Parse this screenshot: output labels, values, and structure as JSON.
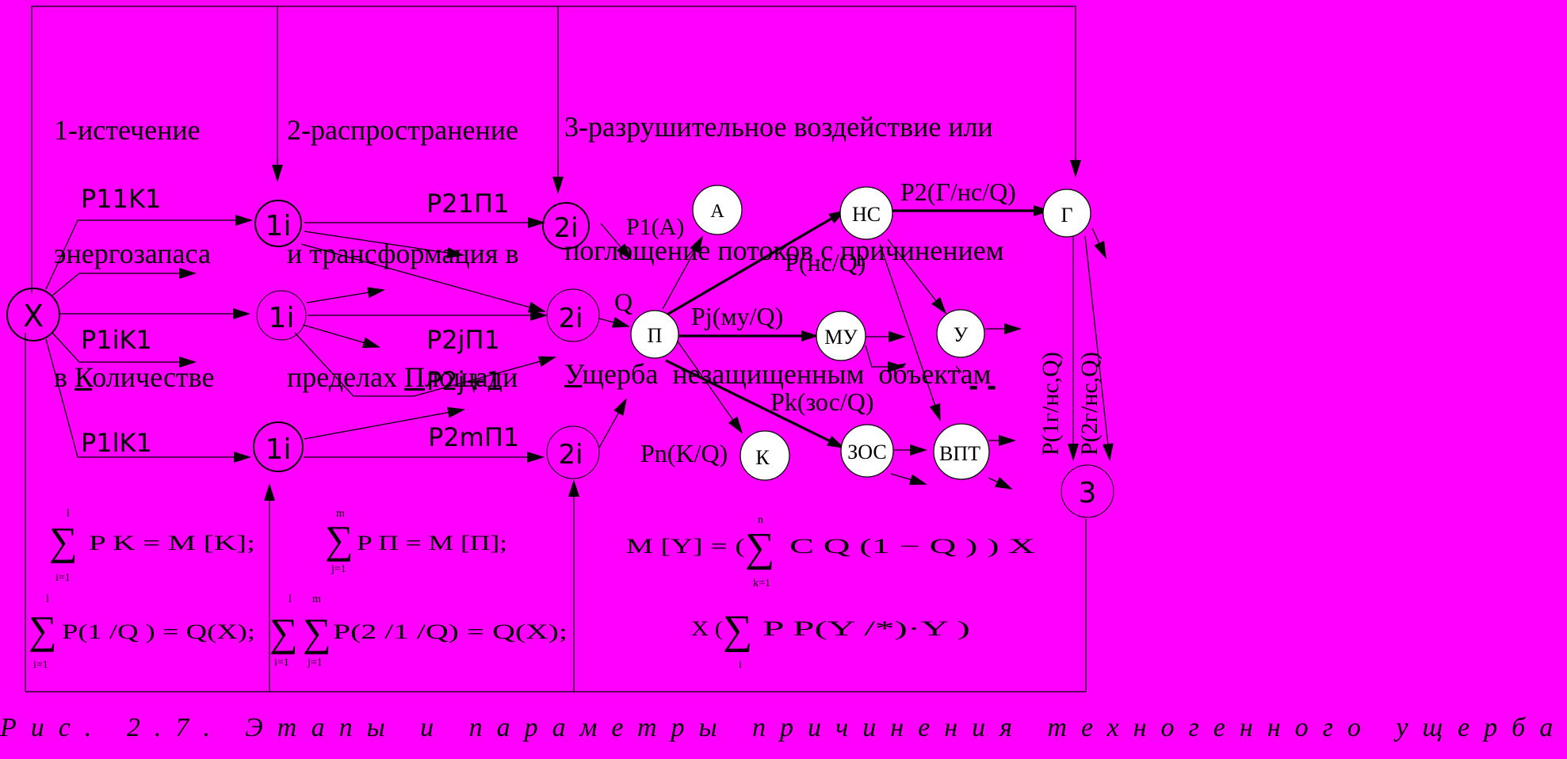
{
  "headers": {
    "stage1": [
      "1-истечение",
      "энергозапаса"
    ],
    "stage1_last_prefix": "в ",
    "stage1_last_u": "К",
    "stage1_last_rest": "оличестве",
    "stage2": [
      "2-распространение",
      "и трансформация в"
    ],
    "stage2_last_prefix": "пределах ",
    "stage2_last_u": "П",
    "stage2_last_rest": "лощади",
    "stage3": [
      "3-разрушительное воздействие или",
      "поглощение потоков с причинением"
    ],
    "stage3_last_u": "У",
    "stage3_last_rest": "щерба  незащищенным  объектам"
  },
  "nodes": {
    "x": "X",
    "n1a": "1i",
    "n1b": "1i",
    "n1c": "1i",
    "n2a": "2i",
    "n2b": "2i",
    "n2c": "2i",
    "p": "П",
    "a": "А",
    "k": "К",
    "ns": "НС",
    "mu": "МУ",
    "zos": "ЗОС",
    "u": "У",
    "vpt": "ВПТ",
    "g": "Г",
    "z": "3"
  },
  "labels": {
    "p11k1": "P11K1",
    "p1ik1": "P1iK1",
    "p1lk1": "P1lK1",
    "p21p1": "P21П1",
    "p2jp1": "P2jП1",
    "p2j1": "P2j+1",
    "p2mp1": "P2mП1",
    "q": "Q",
    "p1a": "P1(A)",
    "pns": "P(нс/Q)",
    "pj": "Pj(му/Q)",
    "pk": "Pk(зос/Q)",
    "pn": "Pn(K/Q)",
    "p2g": "P2(Г/нс/Q)",
    "p1g": "P(1г/нс,Q)",
    "p2gv": "P(2г/нс,Q)",
    "dashes": "- -"
  },
  "formulas": {
    "f1": "P K  = M [K];",
    "f2": "P П  = M [П];",
    "f3": "M [Y] = (",
    "f3b": "C Q (1 − Q )   ) X",
    "f4": "P(1 /Q  ) = Q(X);",
    "f5": "P(2 /1 /Q)  = Q(X);",
    "f6": "X (",
    "f6b": "P P(Y /*)·Y )",
    "sum": "∑",
    "sub_i1": "i=1",
    "sub_j1": "j=1",
    "sub_k1": "k=1",
    "sub_i": "i",
    "sup_l": "l",
    "sup_m": "m",
    "sup_n": "n"
  },
  "caption": "Рис. 2.7. Этапы и параметры причинения техногенного ущерба",
  "colors": {
    "background": "#ff00ff",
    "node_fill": "#ffffff",
    "line": "#000000"
  }
}
